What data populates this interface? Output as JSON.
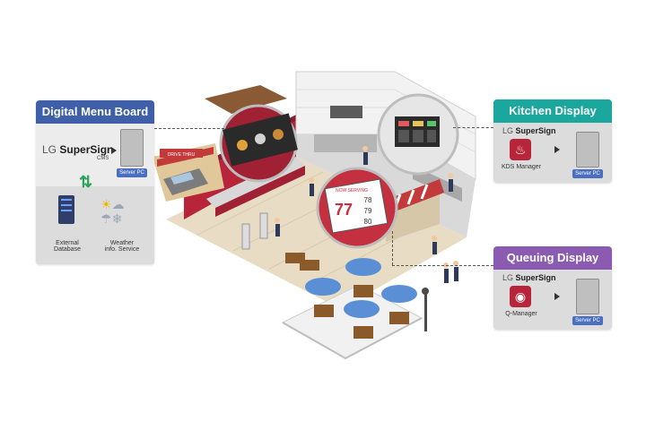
{
  "panels": {
    "menu_board": {
      "title": "Digital Menu Board",
      "brand_lg": "LG",
      "brand_name": "SuperSign",
      "brand_sub": "CMS",
      "server_tag": "Server PC",
      "database_label_1": "External",
      "database_label_2": "Database",
      "weather_label_1": "Weather",
      "weather_label_2": "info. Service"
    },
    "kitchen": {
      "title": "Kitchen Display",
      "brand_lg": "LG",
      "brand_name": "SuperSign",
      "app_label": "KDS Manager",
      "server_tag": "Server PC"
    },
    "queuing": {
      "title": "Queuing Display",
      "brand_lg": "LG",
      "brand_name": "SuperSign",
      "app_label": "Q-Manager",
      "server_tag": "Server PC"
    }
  },
  "scene": {
    "queue_screen_title": "NOW SERVING",
    "queue_big_number": "77",
    "queue_numbers": [
      "78",
      "79",
      "80"
    ],
    "sign_text": "DRIVE THRU"
  },
  "colors": {
    "menu_head": "#3f5fa8",
    "kitchen_head": "#1aa79e",
    "queuing_head": "#8a5bb0",
    "server_tag": "#4a6fc0",
    "accent_red": "#b8243a",
    "arrow_green": "#2aa35a"
  },
  "icons": [
    "tv-icon",
    "server-pc-icon",
    "database-icon",
    "weather-icon",
    "chef-hat-icon",
    "queue-app-icon",
    "transfer-arrows-icon"
  ]
}
